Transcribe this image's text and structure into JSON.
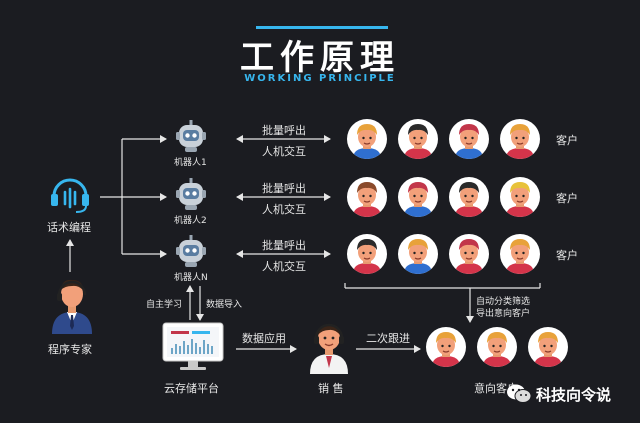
{
  "header": {
    "title": "工作原理",
    "subtitle": "WORKING PRINCIPLE"
  },
  "script_editing": {
    "label": "话术编程"
  },
  "expert": {
    "label": "程序专家"
  },
  "robots": [
    {
      "label": "机器人1"
    },
    {
      "label": "机器人2"
    },
    {
      "label": "机器人N"
    }
  ],
  "call_labels": [
    {
      "top": "批量呼出",
      "bottom": "人机交互"
    },
    {
      "top": "批量呼出",
      "bottom": "人机交互"
    },
    {
      "top": "批量呼出",
      "bottom": "人机交互"
    }
  ],
  "customer_label": "客户",
  "filter_label_1": "自动分类筛选",
  "filter_label_2": "导出意向客户",
  "self_learning": "自主学习",
  "data_import": "数据导入",
  "cloud": {
    "label": "云存储平台"
  },
  "data_application": "数据应用",
  "sales": {
    "label": "销 售"
  },
  "follow_up": "二次跟进",
  "intent_customers": {
    "label": "意向客户"
  },
  "watermark": "科技向令说",
  "colors": {
    "accent": "#37b6ee",
    "background": "#1b1c21",
    "skin": "#f2a07a",
    "shirt_red": "#d4344a",
    "shirt_blue": "#2f6fd0"
  }
}
